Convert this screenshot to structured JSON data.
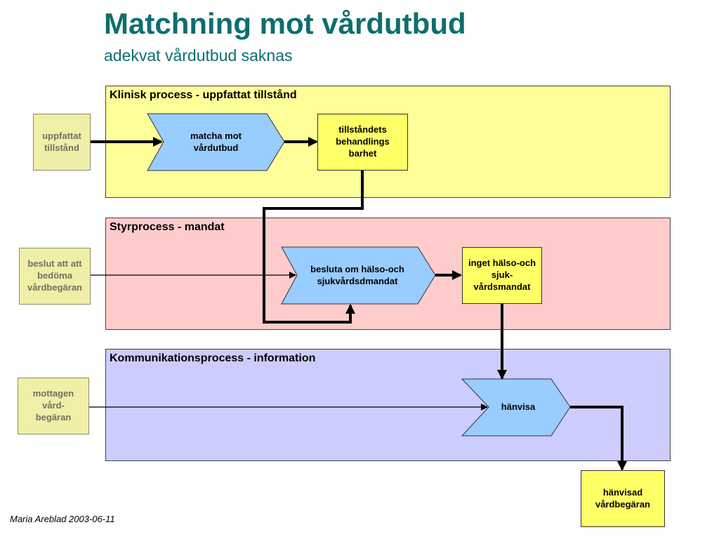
{
  "header": {
    "title": "Matchning mot vårdutbud",
    "subtitle": "adekvat vårdutbud saknas"
  },
  "lanes": {
    "klinisk": {
      "label": "Klinisk process - uppfattat tillstånd",
      "color": "#ffff99"
    },
    "styr": {
      "label": "Styrprocess - mandat",
      "color": "#ffcccc"
    },
    "kommunikation": {
      "label": "Kommunikationsprocess - information",
      "color": "#ccccff"
    }
  },
  "inputs": {
    "uppfattat": "uppfattat tillstånd",
    "beslut": "beslut att att bedöma vårdbegäran",
    "mottagen": "mottagen vård-begäran"
  },
  "processes": {
    "matcha": "matcha mot vårdutbud",
    "besluta": "besluta om hälso-och sjukvårdsdmandat",
    "hanvisa": "hänvisa"
  },
  "results": {
    "tillstandets": "tillståndets behandlings barhet",
    "inget": "inget hälso-och sjuk-vårdsmandat",
    "hanvisad": "hänvisad vårdbegäran"
  },
  "colors": {
    "process_fill": "#99ccff",
    "result_fill": "#ffff66",
    "input_fill": "#efefa8",
    "title": "#0e6e6e"
  },
  "footer": {
    "author_date": "Maria Areblad 2003-06-11"
  }
}
